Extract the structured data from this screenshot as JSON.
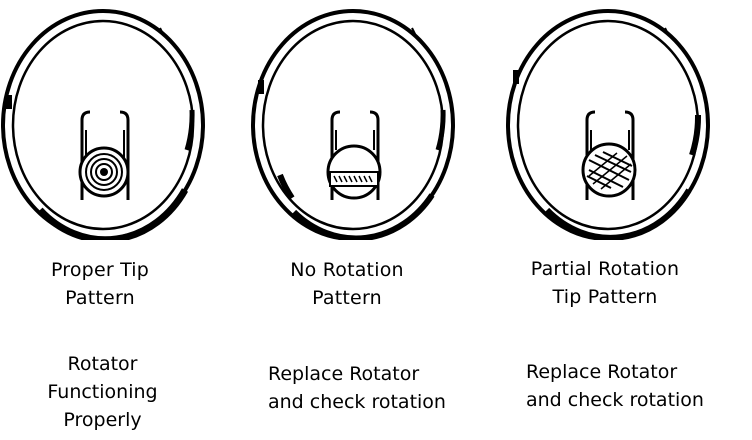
{
  "panels": [
    {
      "id": "proper",
      "pattern_lines": [
        "Proper Tip",
        "Pattern"
      ],
      "action_lines": [
        "Rotator",
        "Functioning",
        "Properly"
      ],
      "icon": "tip-concentric-rings-icon"
    },
    {
      "id": "none",
      "pattern_lines": [
        "No Rotation",
        "Pattern"
      ],
      "action_lines": [
        "Replace Rotator",
        "and check rotation"
      ],
      "icon": "tip-flat-band-icon"
    },
    {
      "id": "partial",
      "pattern_lines": [
        "Partial Rotation",
        "Tip Pattern"
      ],
      "action_lines": [
        "Replace Rotator",
        "and check rotation"
      ],
      "icon": "tip-crosshatch-icon"
    }
  ],
  "colors": {
    "ink": "#000000",
    "paper": "#ffffff"
  }
}
